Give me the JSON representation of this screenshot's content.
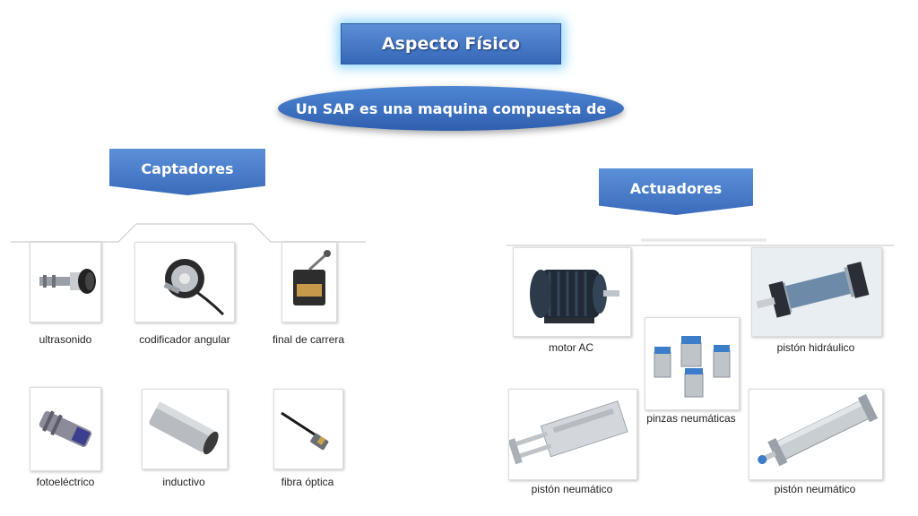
{
  "title": "Aspecto Físico",
  "subtitle": "Un SAP es una maquina compuesta de",
  "captadores": {
    "heading": "Captadores",
    "items": [
      {
        "label": "ultrasonido",
        "icon": "ultrasonic-sensor-icon"
      },
      {
        "label": "codificador angular",
        "icon": "rotary-encoder-icon"
      },
      {
        "label": "final de carrera",
        "icon": "limit-switch-icon"
      },
      {
        "label": "fotoeléctrico",
        "icon": "photoelectric-sensor-icon"
      },
      {
        "label": "inductivo",
        "icon": "inductive-sensor-icon"
      },
      {
        "label": "fibra óptica",
        "icon": "fiber-optic-sensor-icon"
      }
    ]
  },
  "actuadores": {
    "heading": "Actuadores",
    "items": [
      {
        "label": "motor AC",
        "icon": "ac-motor-icon"
      },
      {
        "label": "pinzas neumáticas",
        "icon": "pneumatic-gripper-icon"
      },
      {
        "label": "pistón hidráulico",
        "icon": "hydraulic-piston-icon"
      },
      {
        "label": "pistón neumático",
        "icon": "pneumatic-slide-icon"
      },
      {
        "label": "pistón neumático",
        "icon": "pneumatic-cylinder-icon"
      }
    ]
  }
}
